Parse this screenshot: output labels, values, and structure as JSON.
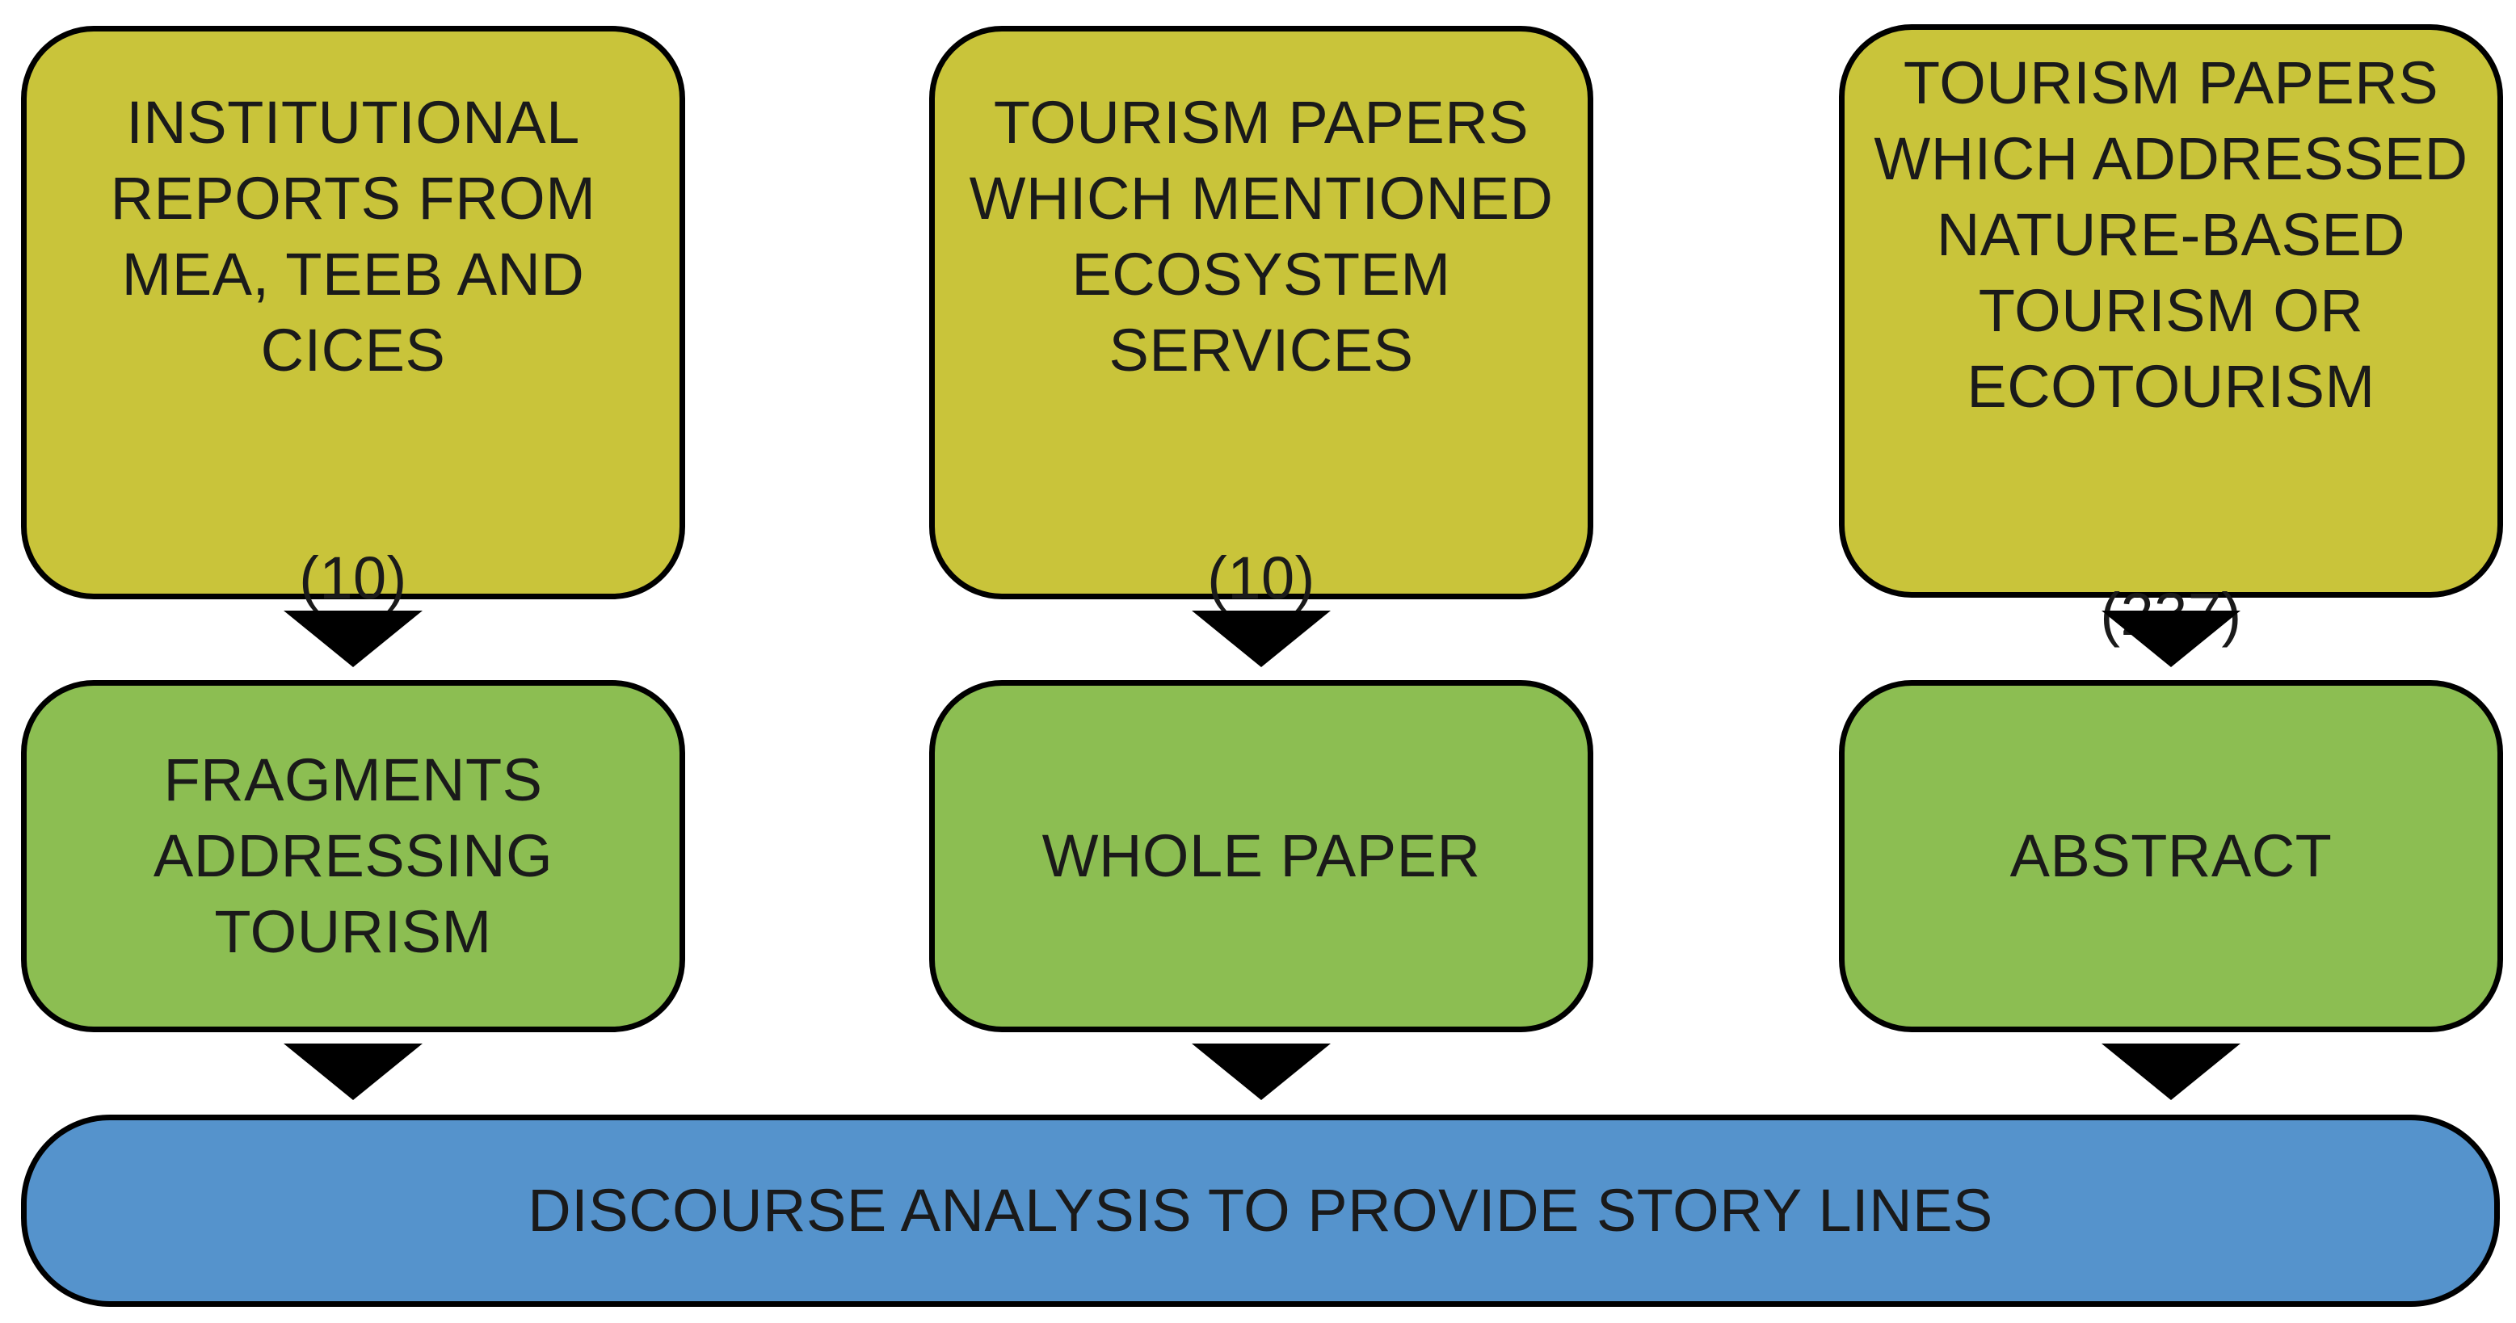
{
  "sources": [
    {
      "label": "INSTITUTIONAL\nREPORTS FROM\nMEA, TEEB AND\nCICES",
      "count": "(10)"
    },
    {
      "label": "TOURISM PAPERS\nWHICH MENTIONED\nECOSYSTEM\nSERVICES",
      "count": "(10)"
    },
    {
      "label": "TOURISM PAPERS\nWHICH ADDRESSED\nNATURE-BASED\nTOURISM OR\nECOTOURISM",
      "count": "(237)"
    }
  ],
  "methods": [
    {
      "label": "FRAGMENTS\nADDRESSING\nTOURISM"
    },
    {
      "label": "WHOLE PAPER"
    },
    {
      "label": "ABSTRACT"
    }
  ],
  "analysis": {
    "label": "DISCOURSE ANALYSIS TO PROVIDE STORY LINES"
  },
  "colors": {
    "source_fill": "#c9c43a",
    "method_fill": "#8cbe52",
    "analysis_fill": "#5593cc",
    "outline": "#000000"
  }
}
